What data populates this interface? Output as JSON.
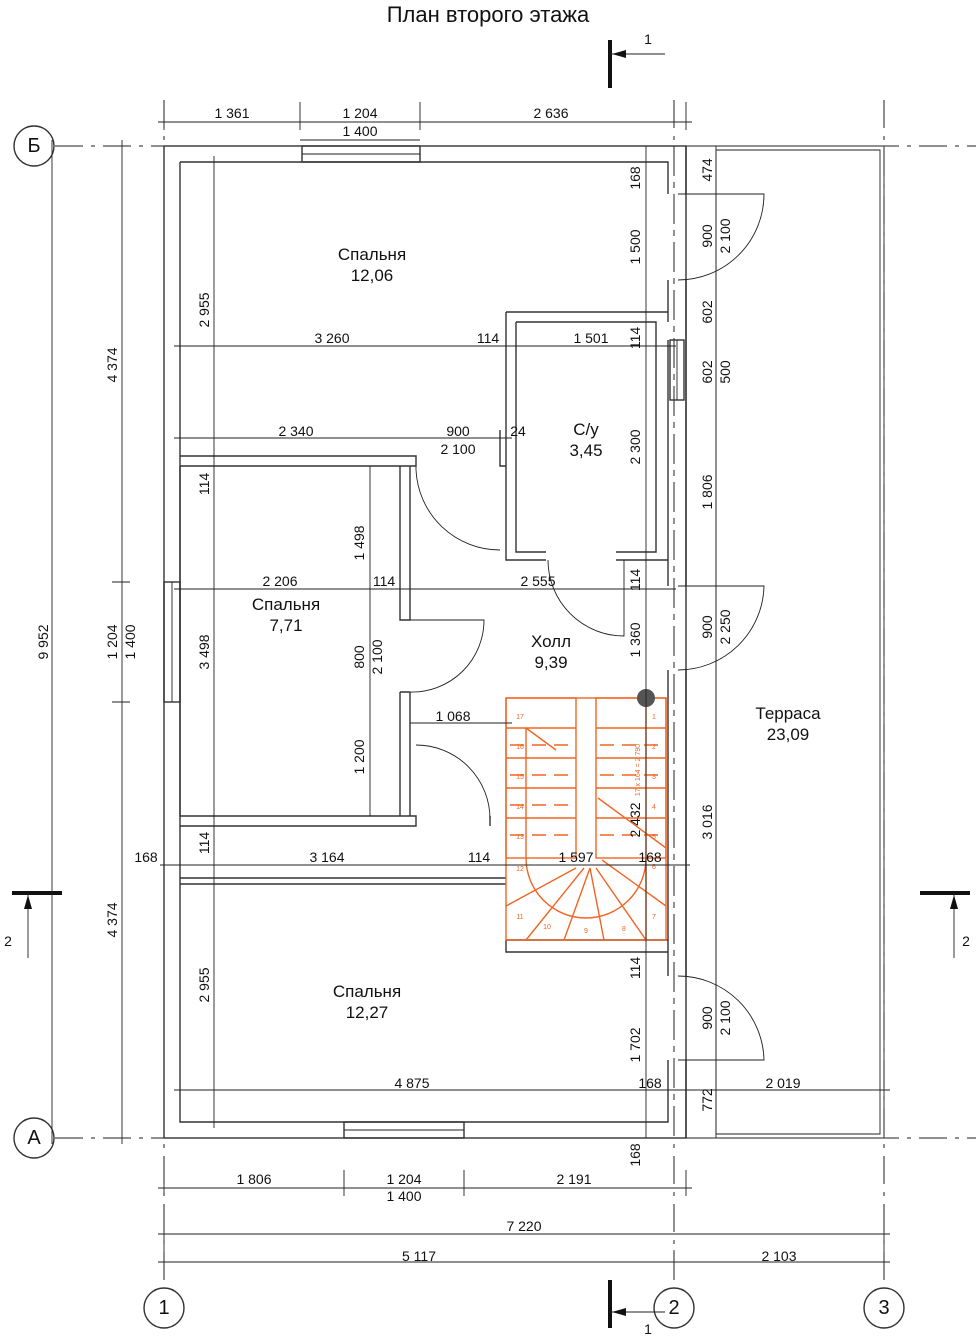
{
  "title": "План второго этажа",
  "axes": {
    "b": "Б",
    "a": "А",
    "one": "1",
    "two": "2",
    "three": "3"
  },
  "sections": {
    "s1_top": "1",
    "s1_bottom": "1",
    "s2_left": "2",
    "s2_right": "2"
  },
  "rooms": [
    {
      "name": "Спальня",
      "area": "12,06"
    },
    {
      "name": "С/у",
      "area": "3,45"
    },
    {
      "name": "Спальня",
      "area": "7,71"
    },
    {
      "name": "Холл",
      "area": "9,39"
    },
    {
      "name": "Терраса",
      "area": "23,09"
    },
    {
      "name": "Спальня",
      "area": "12,27"
    }
  ],
  "dims": [
    "1 361",
    "1 204",
    "1 400",
    "2 636",
    "168",
    "1 500",
    "474",
    "900",
    "2 100",
    "602",
    "602",
    "500",
    "114",
    "2 300",
    "1 806",
    "114",
    "1 360",
    "900",
    "2 250",
    "2 432",
    "3 016",
    "114",
    "1 702",
    "900",
    "2 100",
    "772",
    "168",
    "3 260",
    "114",
    "1 501",
    "2 340",
    "900",
    "2 100",
    "24",
    "2 206",
    "114",
    "2 555",
    "1 068",
    "168",
    "3 164",
    "114",
    "1 597",
    "168",
    "4 875",
    "168",
    "2 019",
    "2 955",
    "114",
    "1 498",
    "3 498",
    "800",
    "2 100",
    "1 200",
    "114",
    "2 955",
    "4 374",
    "1 204",
    "1 400",
    "4 374",
    "9 952",
    "1 806",
    "1 204",
    "1 400",
    "2 191",
    "7 220",
    "5 117",
    "2 103"
  ],
  "stairs": {
    "steps": [
      "1",
      "2",
      "3",
      "4",
      "5",
      "6",
      "7",
      "8",
      "9",
      "10",
      "11",
      "12",
      "13",
      "14",
      "15",
      "16",
      "17"
    ],
    "note": "17 x 164 = 2 790",
    "color": "#f26522"
  }
}
